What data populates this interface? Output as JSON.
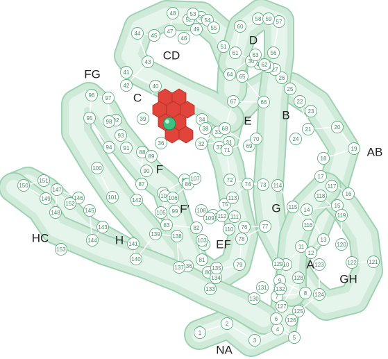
{
  "helix_labels": [
    "A",
    "B",
    "C",
    "CD",
    "D",
    "E",
    "F",
    "F′",
    "FG",
    "G",
    "H",
    "EF",
    "AB",
    "GH",
    "HC",
    "NA"
  ],
  "residues": [
    "1",
    "2",
    "3",
    "4",
    "5",
    "6",
    "7",
    "8",
    "9",
    "10",
    "11",
    "12",
    "13",
    "14",
    "15",
    "16",
    "17",
    "18",
    "19",
    "20",
    "21",
    "22",
    "23",
    "24",
    "25",
    "26",
    "27",
    "28",
    "29",
    "30",
    "31",
    "32",
    "33",
    "34",
    "35",
    "36",
    "37",
    "38",
    "39",
    "40",
    "41",
    "42",
    "43",
    "44",
    "45",
    "46",
    "47",
    "48",
    "49",
    "50",
    "51",
    "52",
    "53",
    "54",
    "55",
    "56",
    "57",
    "58",
    "59",
    "60",
    "61",
    "62",
    "63",
    "64",
    "65",
    "66",
    "67",
    "68",
    "69",
    "70",
    "71",
    "72",
    "73",
    "74",
    "75",
    "76",
    "77",
    "78",
    "79",
    "80",
    "81",
    "82",
    "83",
    "84",
    "85",
    "86",
    "87",
    "88",
    "89",
    "90",
    "91",
    "92",
    "93",
    "94",
    "95",
    "96",
    "97",
    "98",
    "99",
    "100",
    "101",
    "102",
    "103",
    "104",
    "105",
    "106",
    "107",
    "108",
    "109",
    "110",
    "111",
    "112",
    "113",
    "114",
    "115",
    "116",
    "117",
    "118",
    "119",
    "120",
    "121",
    "122",
    "123",
    "124",
    "125",
    "126",
    "127",
    "128",
    "129",
    "130",
    "131",
    "132",
    "133",
    "134",
    "135",
    "136",
    "137",
    "138",
    "139",
    "140",
    "141",
    "142",
    "143",
    "144",
    "145",
    "146",
    "147",
    "148",
    "149",
    "150",
    "151",
    "152",
    "153"
  ],
  "colors": {
    "tube": "#cfead9",
    "tube_edge": "#9fd2b3",
    "residue_stroke": "#5fae7f",
    "residue_text": "#3f8f60",
    "heme": "#e0443a",
    "iron": "#3fbf80"
  }
}
